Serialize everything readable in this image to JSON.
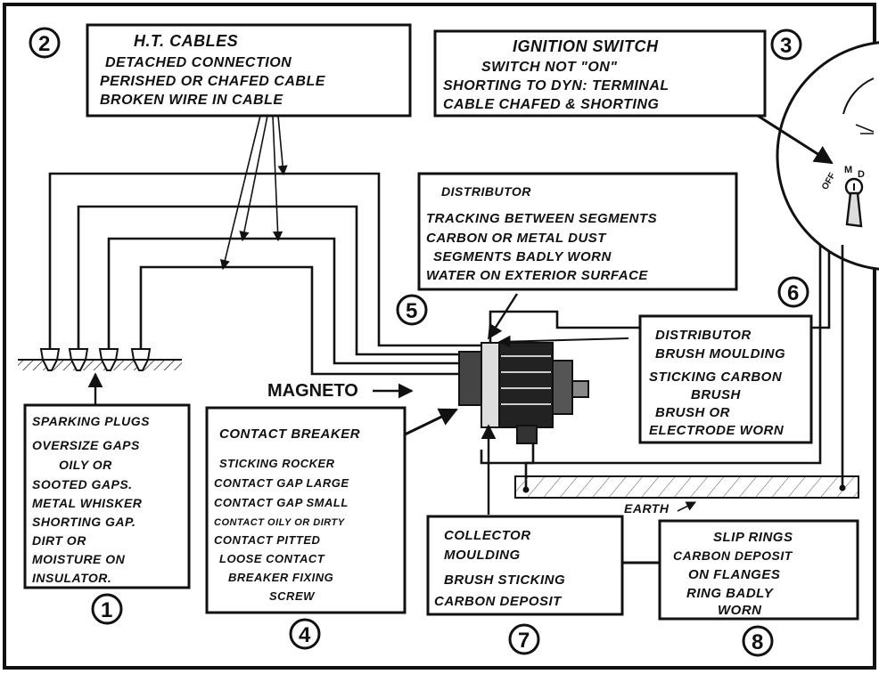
{
  "labels": {
    "magneto": "MAGNETO",
    "earth": "EARTH",
    "switch_off": "OFF",
    "switch_m": "M",
    "switch_d": "D"
  },
  "numbers": [
    "1",
    "2",
    "3",
    "4",
    "5",
    "6",
    "7",
    "8"
  ],
  "boxes": {
    "ht_cables": {
      "heading": "H.T. CABLES",
      "lines": [
        "DETACHED CONNECTION",
        "PERISHED OR CHAFED CABLE",
        "BROKEN WIRE IN CABLE"
      ]
    },
    "ignition_switch": {
      "heading": "IGNITION SWITCH",
      "lines": [
        "SWITCH NOT \"ON\"",
        "SHORTING TO DYN: TERMINAL",
        "CABLE CHAFED & SHORTING"
      ]
    },
    "distributor_tracking": {
      "heading": "DISTRIBUTOR",
      "lines": [
        "TRACKING BETWEEN SEGMENTS",
        "CARBON OR METAL DUST",
        "SEGMENTS BADLY WORN",
        "WATER ON EXTERIOR SURFACE"
      ]
    },
    "distributor_brush": {
      "lines": [
        "DISTRIBUTOR",
        "BRUSH MOULDING",
        "STICKING CARBON",
        "BRUSH",
        "BRUSH OR",
        "ELECTRODE WORN"
      ]
    },
    "sparking_plugs": {
      "lines": [
        "SPARKING PLUGS",
        "OVERSIZE GAPS",
        "OILY OR",
        "SOOTED GAPS.",
        "METAL WHISKER",
        "SHORTING GAP.",
        "DIRT OR",
        "MOISTURE ON",
        "INSULATOR."
      ]
    },
    "contact_breaker": {
      "lines": [
        "CONTACT BREAKER",
        "STICKING ROCKER",
        "CONTACT GAP LARGE",
        "CONTACT GAP SMALL",
        "CONTACT OILY OR DIRTY",
        "CONTACT PITTED",
        "LOOSE CONTACT",
        "BREAKER FIXING",
        "SCREW"
      ]
    },
    "collector": {
      "lines": [
        "COLLECTOR",
        "MOULDING",
        "BRUSH STICKING",
        "CARBON DEPOSIT"
      ]
    },
    "slip_rings": {
      "lines": [
        "SLIP RINGS",
        "CARBON DEPOSIT",
        "ON FLANGES",
        "RING BADLY",
        "WORN"
      ]
    }
  }
}
